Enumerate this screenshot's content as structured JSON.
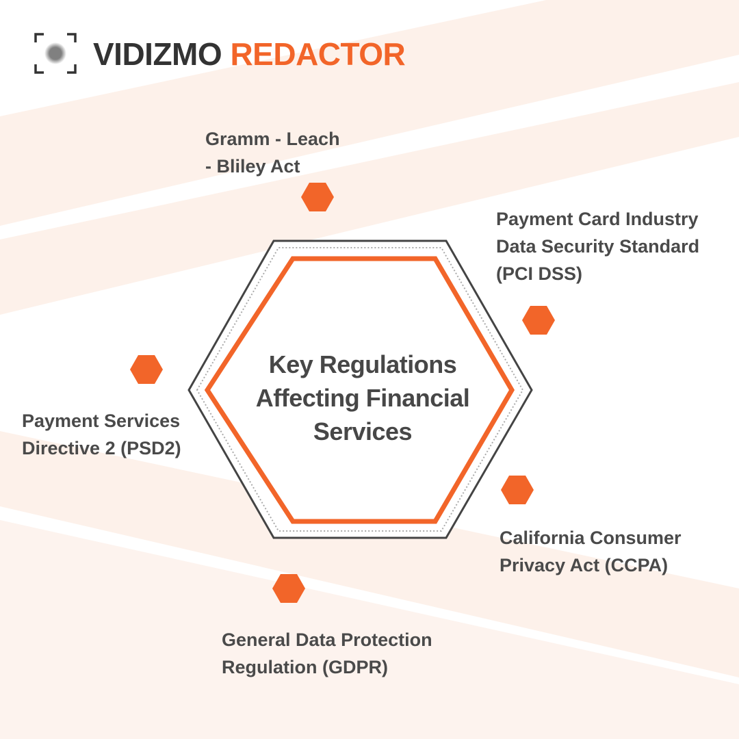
{
  "brand": {
    "name_part1": "VIDIZMO",
    "name_part2": "REDACTOR"
  },
  "title": "Key Regulations\nAffecting Financial\nServices",
  "regulations": [
    {
      "label": "Gramm - Leach\n- Bliley Act"
    },
    {
      "label": "Payment Card Industry\nData Security Standard\n(PCI DSS)"
    },
    {
      "label": "Payment Services\nDirective 2 (PSD2)"
    },
    {
      "label": "California Consumer\nPrivacy Act (CCPA)"
    },
    {
      "label": "General Data Protection\nRegulation (GDPR)"
    }
  ],
  "colors": {
    "accent": "#f26529",
    "text": "#4a4a4a",
    "stripe": "#fdeee6"
  }
}
